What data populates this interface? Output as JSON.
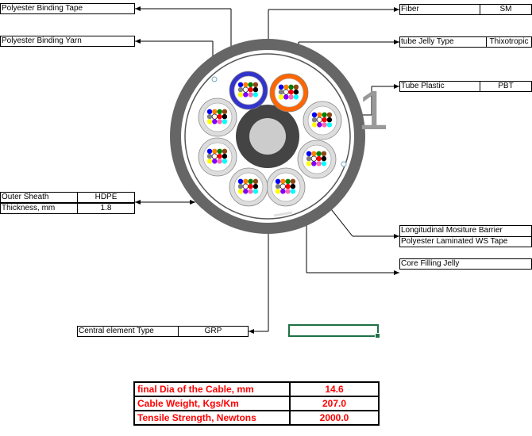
{
  "labels": {
    "binding_tape": "Polyester Binding Tape",
    "binding_yarn": "Polyester Binding Yarn",
    "fiber": {
      "key": "Fiber",
      "value": "SM"
    },
    "jelly_type": {
      "key": "tube Jelly Type",
      "value": "Thixotropic"
    },
    "tube_plastic": {
      "key": "Tube Plastic",
      "value": "PBT"
    },
    "outer_sheath": {
      "key": "Outer Sheath",
      "value": "HDPE"
    },
    "thickness": {
      "key": "Thickness, mm",
      "value": "1.8"
    },
    "barrier_line1": "Longitudinal Mositure Barrier",
    "barrier_line2": "Polyester Laminated  WS Tape",
    "core_filling": "Core Filling Jelly",
    "central_element": {
      "key": "Central element Type",
      "value": "GRP"
    }
  },
  "big_number": "1",
  "results": [
    {
      "key": "final Dia of the Cable, mm",
      "value": "14.6"
    },
    {
      "key": "Cable Weight, Kgs/Km",
      "value": "207.0"
    },
    {
      "key": "Tensile Strength, Newtons",
      "value": "2000.0"
    }
  ],
  "colors": {
    "sheath": "#666666",
    "tube_blue": "#3333cc",
    "tube_orange": "#ff6600",
    "result_text": "#ff0000",
    "selection": "#1e7145",
    "fiber_palette": [
      "#0000ff",
      "#ff8000",
      "#008000",
      "#8b4513",
      "#808080",
      "#ffffff",
      "#ff0000",
      "#000000",
      "#ffff00",
      "#8000ff",
      "#ff69b4",
      "#00ffff"
    ]
  }
}
